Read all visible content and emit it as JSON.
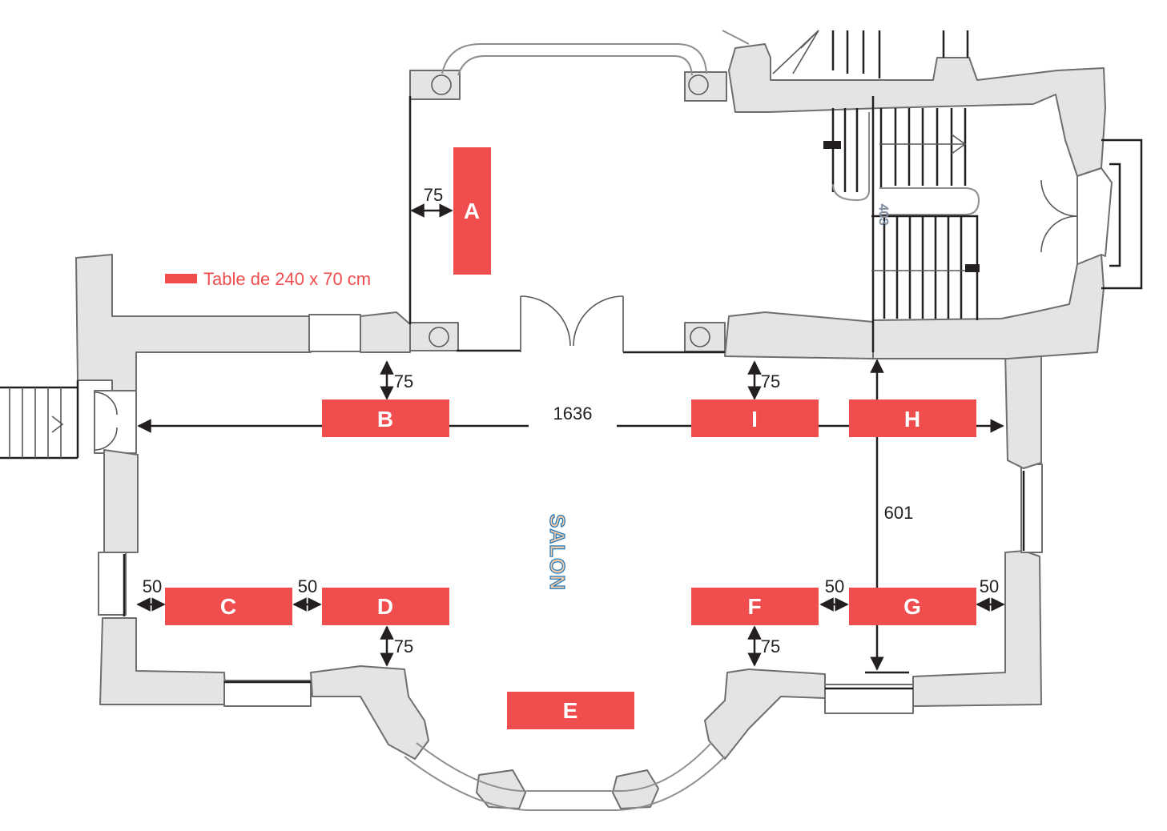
{
  "colors": {
    "table": "#f04e4e",
    "wall_fill": "#e3e4e4",
    "wall_stroke": "#6d6e71",
    "line": "#231f20"
  },
  "legend": {
    "text": "Table de 240 x 70 cm"
  },
  "room": {
    "label": "SALON"
  },
  "stair_label": "403",
  "tables": [
    {
      "id": "A",
      "label": "A"
    },
    {
      "id": "B",
      "label": "B"
    },
    {
      "id": "C",
      "label": "C"
    },
    {
      "id": "D",
      "label": "D"
    },
    {
      "id": "E",
      "label": "E"
    },
    {
      "id": "F",
      "label": "F"
    },
    {
      "id": "G",
      "label": "G"
    },
    {
      "id": "H",
      "label": "H"
    },
    {
      "id": "I",
      "label": "I"
    }
  ],
  "dimensions": {
    "a_left": "75",
    "b_top": "75",
    "i_top": "75",
    "width": "1636",
    "height": "601",
    "c_left": "50",
    "c_d": "50",
    "f_g": "50",
    "g_right": "50",
    "d_bottom": "75",
    "f_bottom": "75"
  }
}
